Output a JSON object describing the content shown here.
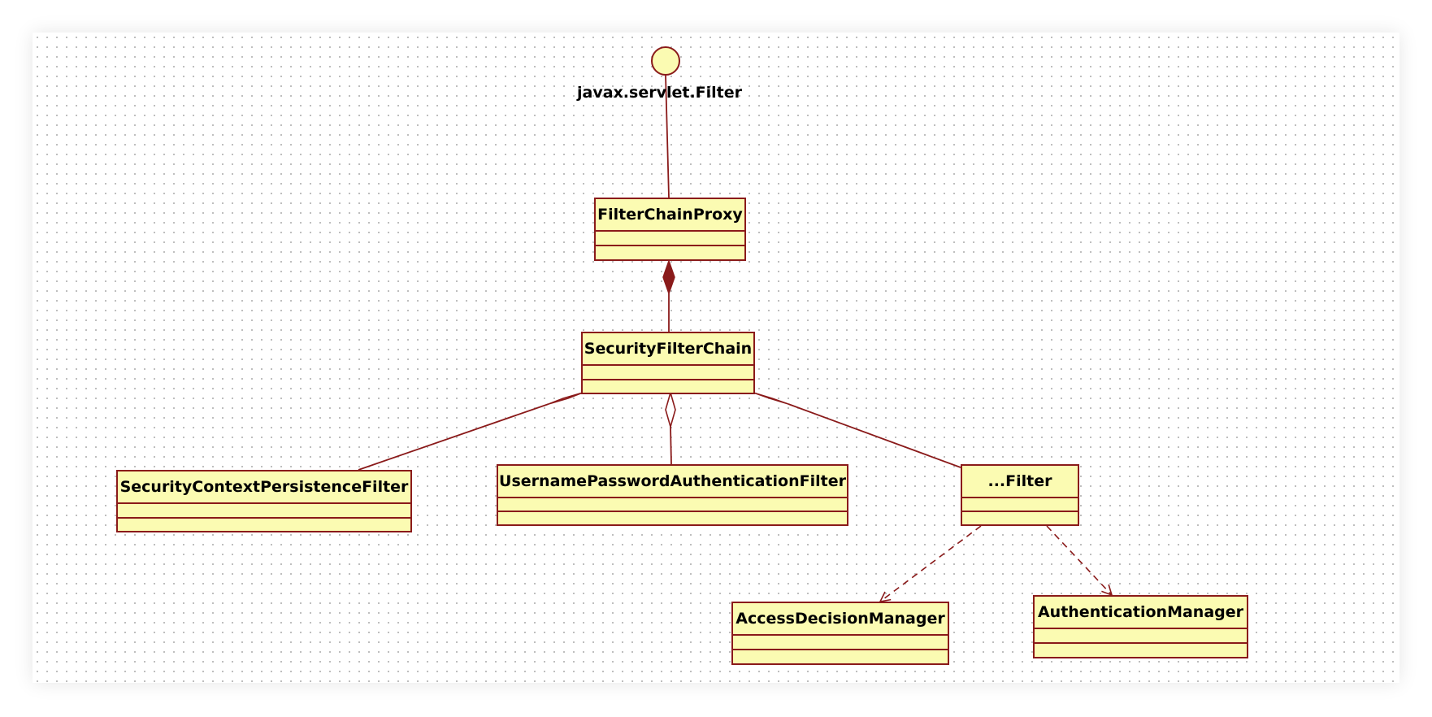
{
  "interface": {
    "name": "javax.servlet.Filter"
  },
  "classes": {
    "filter_chain_proxy": "FilterChainProxy",
    "security_filter_chain": "SecurityFilterChain",
    "security_context_persistence_filter": "SecurityContextPersistenceFilter",
    "username_password_authentication_filter": "UsernamePasswordAuthenticationFilter",
    "generic_filter": "...Filter",
    "access_decision_manager": "AccessDecisionManager",
    "authentication_manager": "AuthenticationManager"
  },
  "colors": {
    "class_fill": "#fbfbb2",
    "line": "#8a1a1a"
  }
}
